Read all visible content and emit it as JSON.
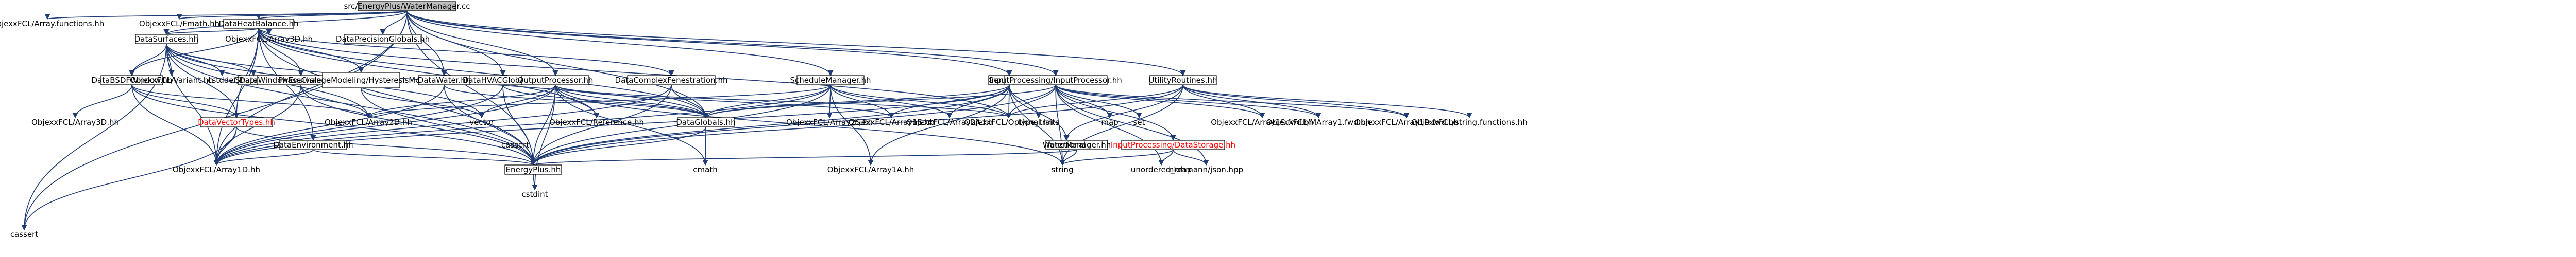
{
  "diagram": {
    "type": "include-dependency-graph",
    "colors": {
      "edge": "#1f3b74",
      "root_fill": "#bfbfbf",
      "box_fill": "#ffffff",
      "box_stroke": "#000000",
      "link_text": "#000000",
      "missing_text": "#ff0000",
      "missing_stroke": "#ff0000"
    },
    "nodes": {
      "root": "src/EnergyPlus/WaterManager.cc",
      "cassert": "cassert",
      "array_functions": "ObjexxFCL/Array.functions.hh",
      "fmath": "ObjexxFCL/Fmath.hh",
      "datasurfaces": "DataSurfaces.hh",
      "dataheatbalance": "DataHeatBalance.hh",
      "array3d": "ObjexxFCL/Array3D.hh",
      "dataprecisionglobals": "DataPrecisionGlobals.hh",
      "datawater": "DataWater.hh",
      "datahvacglobals": "DataHVACGlobals.hh",
      "outputprocessor": "OutputProcessor.hh",
      "datacomplexfenestration": "DataComplexFenestration.hh",
      "schedulemanager": "ScheduleManager.hh",
      "general": "General.hh",
      "inputprocessor": "InputProcessing/InputProcessor.hh",
      "utilityroutines": "UtilityRoutines.hh",
      "databsdfwindow": "DataBSDFWindow.hh",
      "variant": "ObjexxFCL/Variant.hh",
      "cstddef": "cstddef",
      "shape": "Shape.hh",
      "datawindowequivalentlayer": "DataWindowEquivalentLayer.hh",
      "phasechange": "PhaseChangeModeling/HysteresisModel.hh",
      "datavectortypes": "DataVectorTypes.hh",
      "array3d_hh": "ObjexxFCL/Array3D.hh",
      "array2d": "ObjexxFCL/Array2D.hh",
      "vector": "vector",
      "reference": "ObjexxFCL/Reference.hh",
      "dataglobals": "DataGlobals.hh",
      "array2s": "ObjexxFCL/Array2S.hh",
      "array1s": "ObjexxFCL/Array1S.hh",
      "array2a": "ObjexxFCL/Array2A.hh",
      "optional": "ObjexxFCL/Optional.hh",
      "type_traits": "type_traits",
      "watermanager": "WaterManager.hh",
      "map": "map",
      "set": "set",
      "datastorage": "InputProcessing/DataStorage.hh",
      "array1s_fwd": "ObjexxFCL/Array1S.fwd.hh",
      "marray1_fwd": "ObjexxFCL/MArray1.fwd.hh",
      "array1d_fwd": "ObjexxFCL/Array1D.fwd.hh",
      "string_functions": "ObjexxFCL/string.functions.hh",
      "dataenvironment": "DataEnvironment.hh",
      "cassert2": "cassert",
      "array1d": "ObjexxFCL/Array1D.hh",
      "energyplus": "EnergyPlus.hh",
      "cmath": "cmath",
      "array1a": "ObjexxFCL/Array1A.hh",
      "string": "string",
      "functional": "functional",
      "unordered_map": "unordered_map",
      "json": "nlohmann/json.hpp",
      "cstdint": "cstdint"
    }
  }
}
